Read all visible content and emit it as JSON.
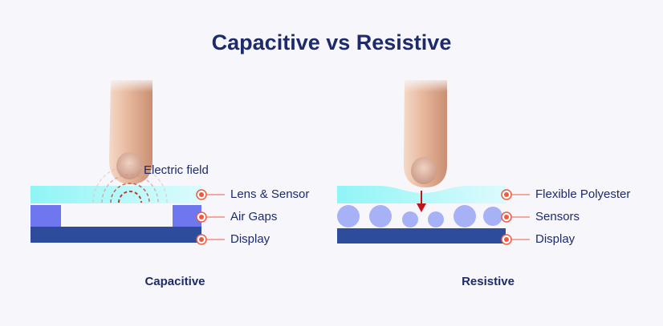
{
  "title": "Capacitive vs Resistive",
  "capacitive": {
    "caption": "Capacitive",
    "electric_field_label": "Electric field",
    "layers": [
      "Lens & Sensor",
      "Air Gaps",
      "Display"
    ]
  },
  "resistive": {
    "caption": "Resistive",
    "layers": [
      "Flexible Polyester",
      "Sensors",
      "Display"
    ]
  },
  "colors": {
    "title": "#1d2a6b",
    "lens_gradient_start": "#8ff5f5",
    "lens_gradient_end": "#dcfbfd",
    "air_gap_block": "#6f77ee",
    "display": "#2d4d9c",
    "sensor_circle": "#a7b1f6",
    "callout_marker": "#ee5a3f",
    "field_lines": "#c0392b",
    "arrow": "#c0141b"
  }
}
